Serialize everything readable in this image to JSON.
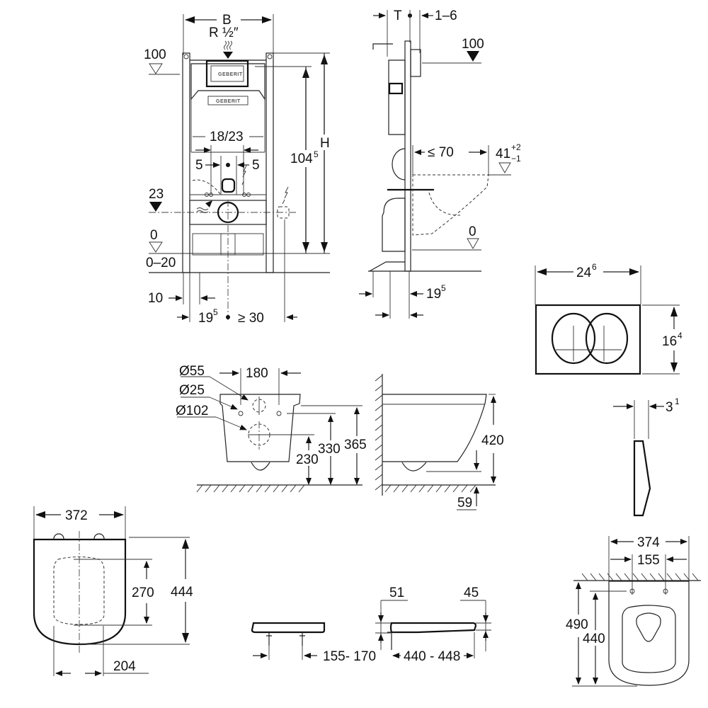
{
  "title": "Wall-hung WC installation dimensions",
  "brand": "GEBERIT",
  "frame_front": {
    "width_label": "B",
    "height_label": "H",
    "supply_label": "R ½″",
    "level_100": "100",
    "level_23": "23",
    "level_0": "0",
    "floor_range": "0–20",
    "frame_height": "104",
    "frame_height_sup": "5",
    "bolt_spacing": "18/23",
    "offset_left": "5",
    "offset_right": "5",
    "foot_offset": "10",
    "axis_offset": "19",
    "axis_offset_sup": "5",
    "socket_min": "≥ 30"
  },
  "frame_side": {
    "depth_label": "T",
    "wall_gap": "1–6",
    "level_100": "100",
    "bowl_reach": "≤ 70",
    "seat_height": "41",
    "seat_tol_plus": "+2",
    "seat_tol_minus": "−1",
    "level_0": "0",
    "base_offset": "19",
    "base_offset_sup": "5"
  },
  "flush_plate": {
    "width": "24",
    "width_sup": "6",
    "height": "16",
    "height_sup": "4",
    "depth": "3",
    "depth_sup": "1"
  },
  "bowl_front": {
    "hole_55": "Ø55",
    "hole_25": "Ø25",
    "hole_102": "Ø102",
    "bolt_spacing": "180",
    "h_230": "230",
    "h_330": "330",
    "h_365": "365"
  },
  "bowl_side": {
    "height": "420",
    "bottom_clearance": "59"
  },
  "seat_top": {
    "width": "372",
    "length": "444",
    "opening": "270",
    "half_width": "204"
  },
  "seat_side": {
    "hinge_spacing": "155- 170",
    "front_thickness": "51",
    "rear_thickness": "45",
    "length_range": "440 - 448"
  },
  "bowl_top": {
    "width": "374",
    "bolt_spacing": "155",
    "total_length": "490",
    "bolt_to_front": "440"
  }
}
